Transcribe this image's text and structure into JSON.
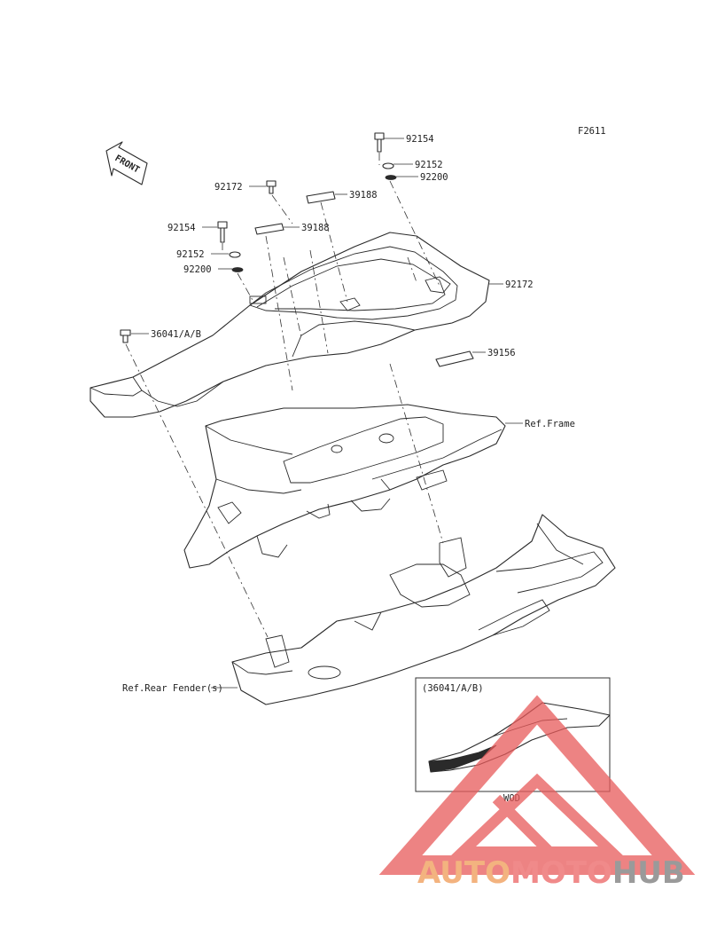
{
  "diagram": {
    "code": "F2611",
    "front_label": "FRONT",
    "labels": [
      {
        "id": "bolt-top-right",
        "text": "92154"
      },
      {
        "id": "washer-top-right",
        "text": "92152"
      },
      {
        "id": "oring-top-right",
        "text": "92200"
      },
      {
        "id": "bolt-top-mid",
        "text": "92172"
      },
      {
        "id": "decal-top-right",
        "text": "39188"
      },
      {
        "id": "decal-top-left",
        "text": "39188"
      },
      {
        "id": "bolt-left",
        "text": "92154"
      },
      {
        "id": "washer-left",
        "text": "92152"
      },
      {
        "id": "oring-left",
        "text": "92200"
      },
      {
        "id": "cover",
        "text": "36041/A/B"
      },
      {
        "id": "bolt-far-left",
        "text": "92172"
      },
      {
        "id": "decal-right",
        "text": "39156"
      },
      {
        "id": "ref-frame",
        "text": "Ref.Frame"
      },
      {
        "id": "ref-rear-fender",
        "text": "Ref.Rear Fender(s)"
      }
    ],
    "inset": {
      "title": "(36041/A/B)",
      "caption": "WOD"
    }
  },
  "watermark": {
    "auto": "AUTO",
    "moto": "MOTO",
    "hub": "HUB",
    "colors": {
      "auto": "#f3b37f",
      "moto": "#f08a8a",
      "hub": "#9a9a9a",
      "logo": "#e85a5a"
    }
  }
}
